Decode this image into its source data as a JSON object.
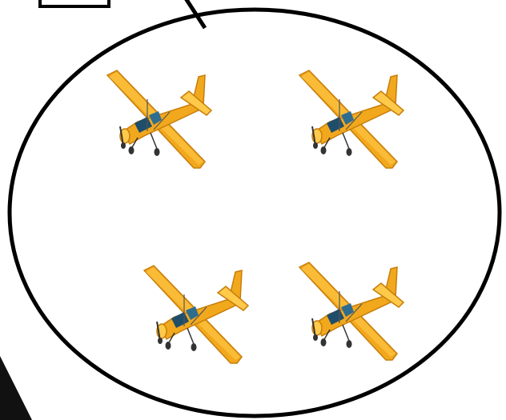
{
  "diagram": {
    "group_label_box": "",
    "group_set": {
      "shape": "ellipse",
      "member_icon": "airplane-icon",
      "member_count": 4,
      "members": [
        {
          "name": "airplane-1",
          "icon": "airplane-icon"
        },
        {
          "name": "airplane-2",
          "icon": "airplane-icon"
        },
        {
          "name": "airplane-3",
          "icon": "airplane-icon"
        },
        {
          "name": "airplane-4",
          "icon": "airplane-icon"
        }
      ]
    },
    "colors": {
      "outline": "#000000",
      "plane_body": "#f2a81d",
      "plane_body_light": "#ffc94a",
      "plane_shadow": "#c77d0a",
      "cockpit": "#1f4e6b",
      "wheel": "#333333"
    }
  }
}
